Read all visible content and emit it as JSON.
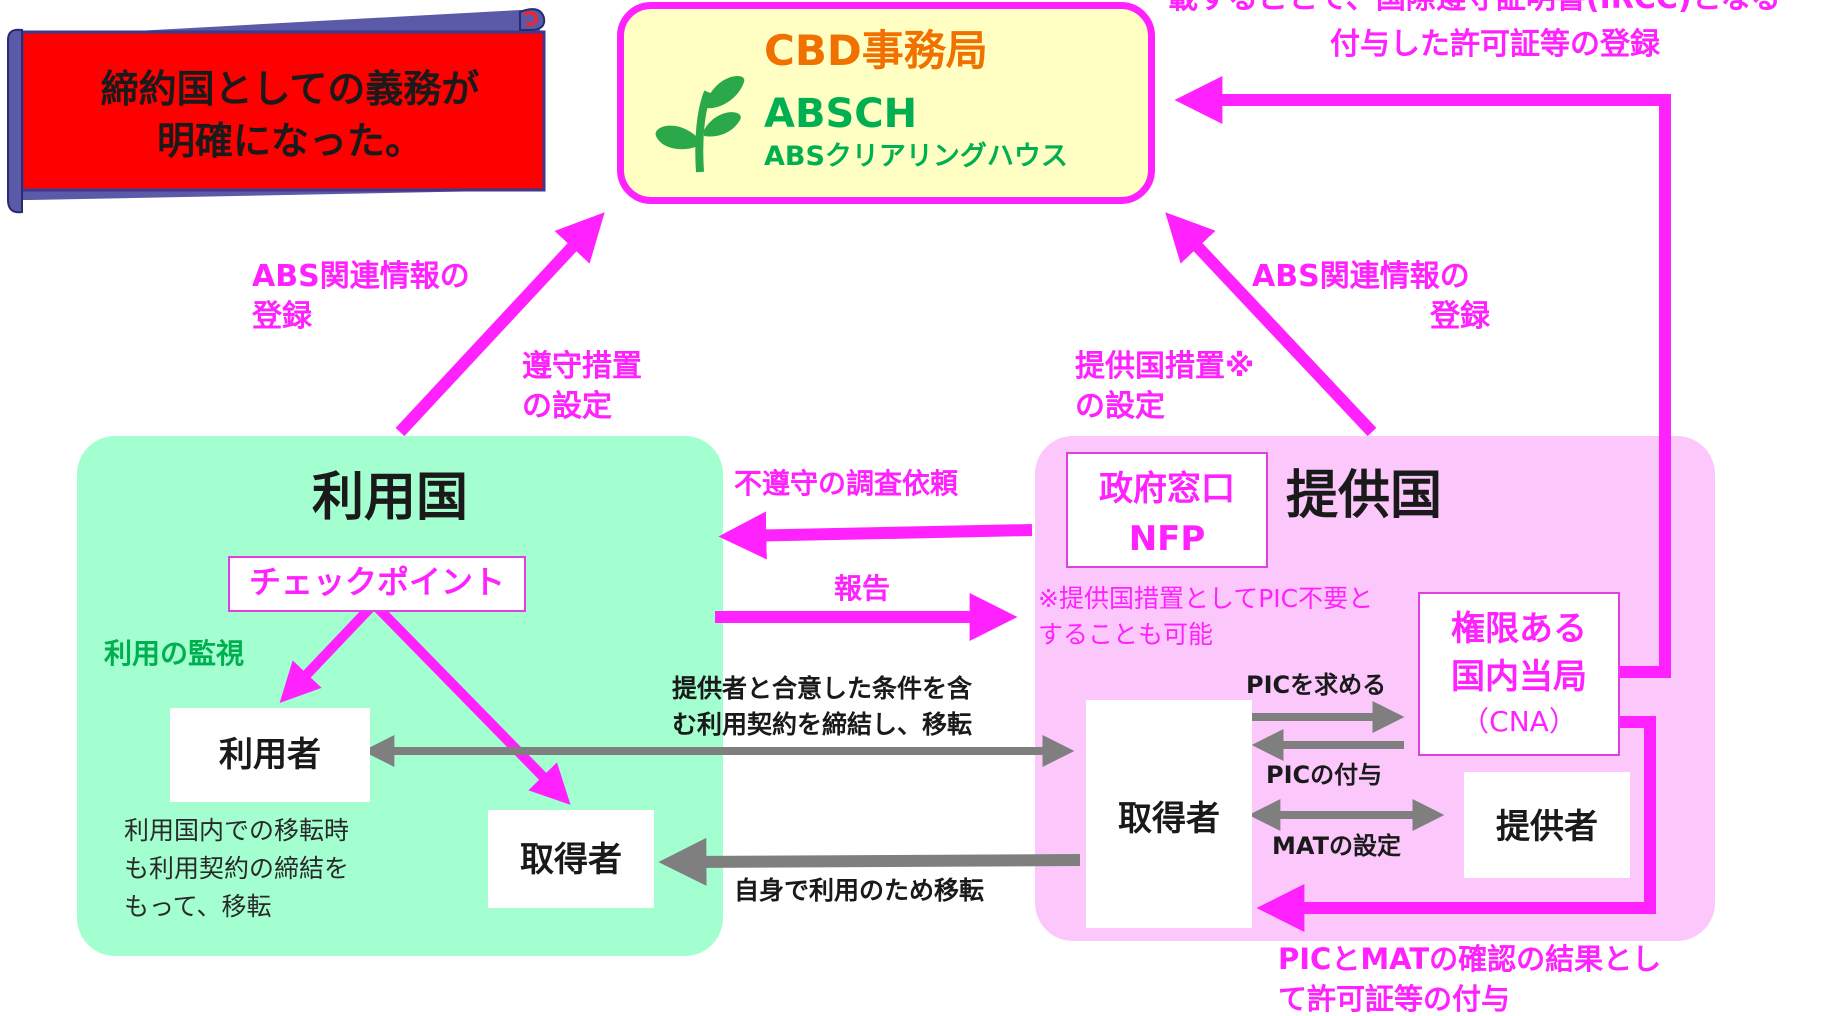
{
  "banner": {
    "line1": "締約国としての義務が",
    "line2": "明確になった。"
  },
  "cbd": {
    "title": "CBD事務局",
    "absch": "ABSCH",
    "absch_sub": "ABSクリアリングハウス"
  },
  "top_right": {
    "cut_line": "載することで、国際遵守証明書(IRCC)となる",
    "line2": "付与した許可証等の登録"
  },
  "arrows": {
    "left_register": {
      "line1": "ABS関連情報の",
      "line2": "登録"
    },
    "right_register": {
      "line1": "ABS関連情報の",
      "line2": "登録"
    },
    "compliance": {
      "line1": "遵守措置",
      "line2": "の設定"
    },
    "provider_measure": {
      "line1": "提供国措置※",
      "line2": "の設定"
    },
    "noncompliance": "不遵守の調査依頼",
    "report": "報告",
    "contract": {
      "line1": "提供者と合意した条件を含",
      "line2": "む利用契約を締結し、移転"
    },
    "self_transfer": "自身で利用のため移転",
    "pic_request": "PICを求める",
    "pic_grant": "PICの付与",
    "mat": "MATの設定",
    "permit": {
      "line1": "PICとMATの確認の結果とし",
      "line2": "て許可証等の付与"
    }
  },
  "user_country": {
    "title": "利用国",
    "checkpoint": "チェックポイント",
    "monitoring": "利用の監視",
    "user": "利用者",
    "acquirer": "取得者",
    "note": {
      "line1": "利用国内での移転時",
      "line2": "も利用契約の締結を",
      "line3": "もって、移転"
    }
  },
  "provider_country": {
    "title": "提供国",
    "nfp": {
      "line1": "政府窓口",
      "line2": "NFP"
    },
    "note": {
      "line1": "※提供国措置としてPIC不要と",
      "line2": "することも可能"
    },
    "cna": {
      "line1": "権限ある",
      "line2": "国内当局",
      "line3": "（CNA）"
    },
    "acquirer": "取得者",
    "provider": "提供者"
  },
  "colors": {
    "magenta": "#ff22ff",
    "gray_arrow": "#7f7f7f",
    "banner_red": "#ff0000",
    "banner_roll": "#5a5aa8",
    "user_panel": "#a4ffd0",
    "provider_panel": "#fcc8fc",
    "cbd_box": "#ffffc4",
    "orange": "#f07000",
    "green": "#00b050"
  },
  "icons": [
    "scroll-banner",
    "absch-leaf-logo"
  ]
}
